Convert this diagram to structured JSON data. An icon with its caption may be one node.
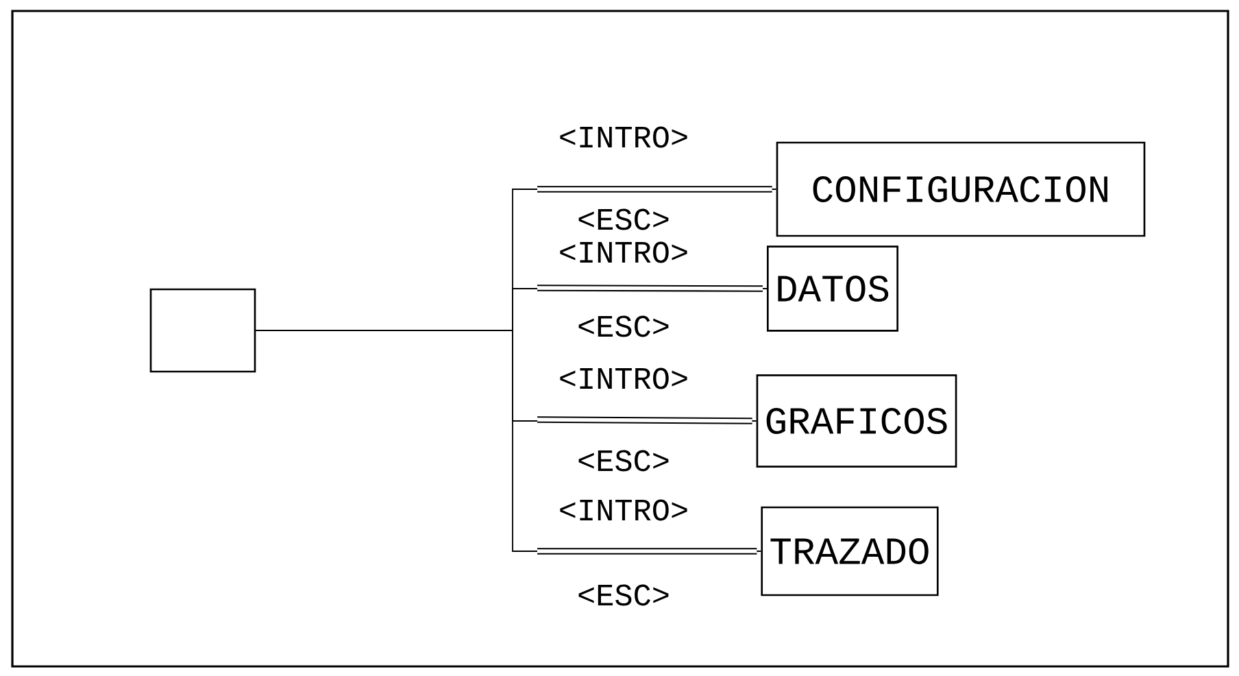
{
  "diagram": {
    "nodes": [
      {
        "text": [],
        "shape": "box"
      },
      {
        "text": [
          "CONFIGURACION"
        ]
      },
      {
        "text": [
          "DATOS"
        ]
      },
      {
        "text": [
          "GRAFICOS"
        ]
      },
      {
        "text": [
          "TRAZADO"
        ]
      }
    ],
    "edges": [
      {
        "from": 0,
        "to": 1,
        "arrow": "none",
        "label": "<INTRO>"
      },
      {
        "from": 0,
        "to": 2,
        "arrow": "none",
        "label": "<INTRO>"
      },
      {
        "from": 0,
        "to": 3,
        "arrow": "none",
        "label": "<INTRO>"
      },
      {
        "from": 0,
        "to": 4,
        "arrow": "none",
        "label": "<INTRO>"
      }
    ],
    "labels": [
      "<ESC>",
      "<ESC>",
      "<ESC>",
      "<ESC>"
    ]
  }
}
